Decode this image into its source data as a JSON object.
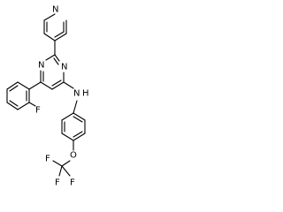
{
  "labels": {
    "pyridine_n": "N",
    "pyrimidine_n_top": "N",
    "pyrimidine_n_right": "N",
    "fluoro": "F",
    "amine_n": "N",
    "amine_h": "H",
    "ether_o": "O",
    "cf3_f_left": "F",
    "cf3_f_right": "F",
    "cf3_f_bottom": "F"
  }
}
